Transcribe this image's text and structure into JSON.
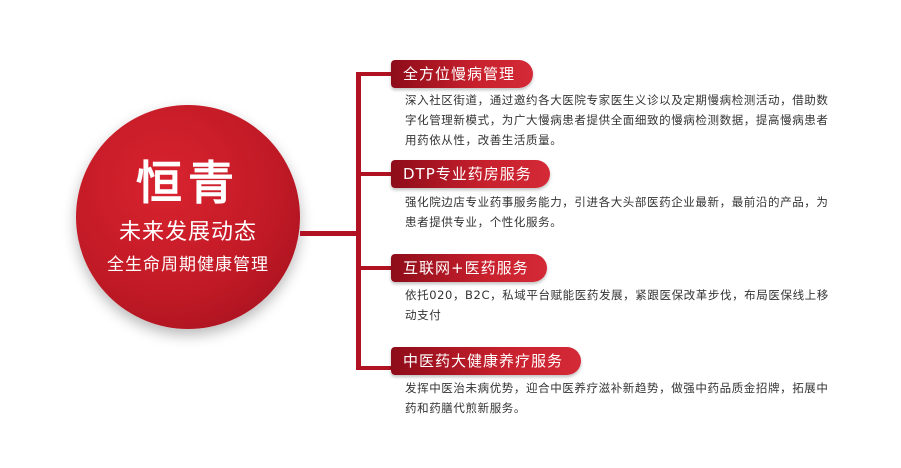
{
  "center": {
    "title": "恒青",
    "subtitle": "未来发展动态",
    "tagline": "全生命周期健康管理"
  },
  "branches": [
    {
      "title": "全方位慢病管理",
      "description": "深入社区街道，通过邀约各大医院专家医生义诊以及定期慢病检测活动，借助数字化管理新模式，为广大慢病患者提供全面细致的慢病检测数据，提高慢病患者用药依从性，改善生活质量。"
    },
    {
      "title": "DTP专业药房服务",
      "description": "强化院边店专业药事服务能力，引进各大头部医药企业最新，最前沿的产品，为患者提供专业，个性化服务。"
    },
    {
      "title": "互联网+医药服务",
      "description": "依托020，B2C，私域平台赋能医药发展，紧跟医保改革步伐，布局医保线上移动支付"
    },
    {
      "title": "中医药大健康养疗服务",
      "description": "发挥中医治未病优势，迎合中医养疗滋补新趋势，做强中药品质金招牌，拓展中药和药膳代煎新服务。"
    }
  ],
  "colors": {
    "primary": "#c11a26",
    "dark": "#8e0c19",
    "line": "#b01222",
    "text": "#333333"
  }
}
